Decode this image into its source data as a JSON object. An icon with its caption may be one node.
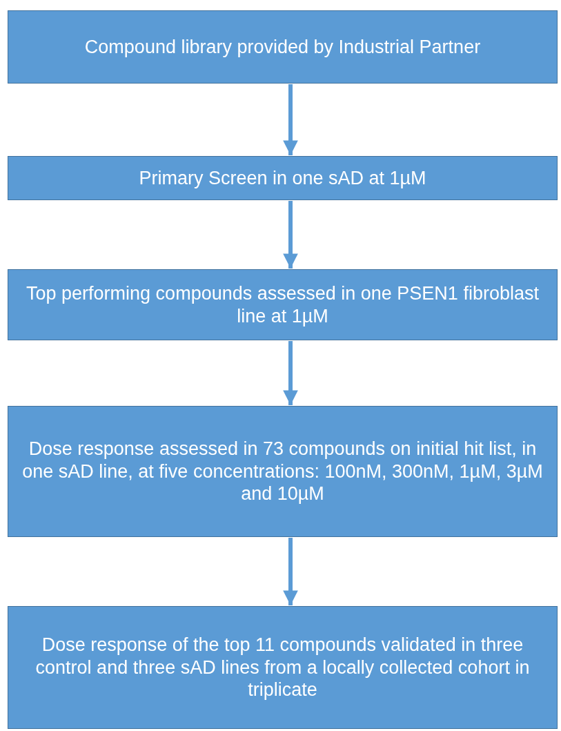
{
  "diagram": {
    "nodes": [
      {
        "text": [
          "Compound library provided by Industrial Partner"
        ]
      },
      {
        "text": [
          "Primary Screen in one sAD at 1µM"
        ]
      },
      {
        "text": [
          "Top performing compounds assessed in one PSEN1 fibroblast line at 1µM"
        ]
      },
      {
        "text": [
          "Dose response assessed in 73 compounds on initial hit list, in one sAD line, at five concentrations: 100nM, 300nM, 1µM, 3µM and 10µM"
        ]
      },
      {
        "text": [
          "Dose response of the top 11 compounds validated in three control and three sAD lines from a locally collected cohort in triplicate"
        ]
      }
    ],
    "edges": [
      {
        "from": 0,
        "to": 1,
        "arrow": "to"
      },
      {
        "from": 1,
        "to": 2,
        "arrow": "to"
      },
      {
        "from": 2,
        "to": 3,
        "arrow": "to"
      },
      {
        "from": 3,
        "to": 4,
        "arrow": "to"
      }
    ]
  }
}
